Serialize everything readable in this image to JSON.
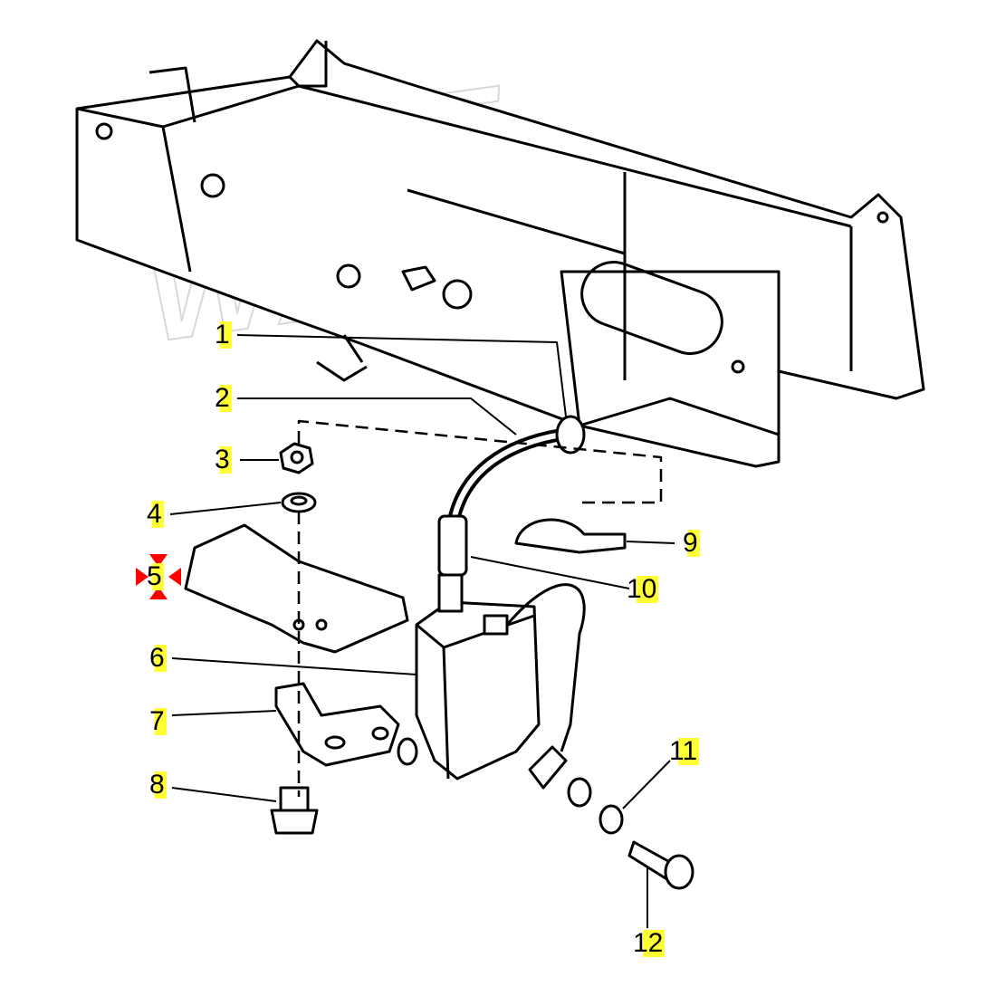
{
  "diagram": {
    "watermark": [
      "SOFT",
      "WAY"
    ],
    "selected_callout": "5",
    "callouts": [
      {
        "id": "1",
        "label": "1"
      },
      {
        "id": "2",
        "label": "2"
      },
      {
        "id": "3",
        "label": "3"
      },
      {
        "id": "4",
        "label": "4"
      },
      {
        "id": "5",
        "label": "5"
      },
      {
        "id": "6",
        "label": "6"
      },
      {
        "id": "7",
        "label": "7"
      },
      {
        "id": "8",
        "label": "8"
      },
      {
        "id": "9",
        "label": "9"
      },
      {
        "id": "10",
        "label": "10"
      },
      {
        "id": "11",
        "label": "11"
      },
      {
        "id": "12",
        "label": "12"
      }
    ],
    "colors": {
      "highlight": "#ffff33",
      "marker": "#ff0000",
      "line": "#000000"
    }
  }
}
